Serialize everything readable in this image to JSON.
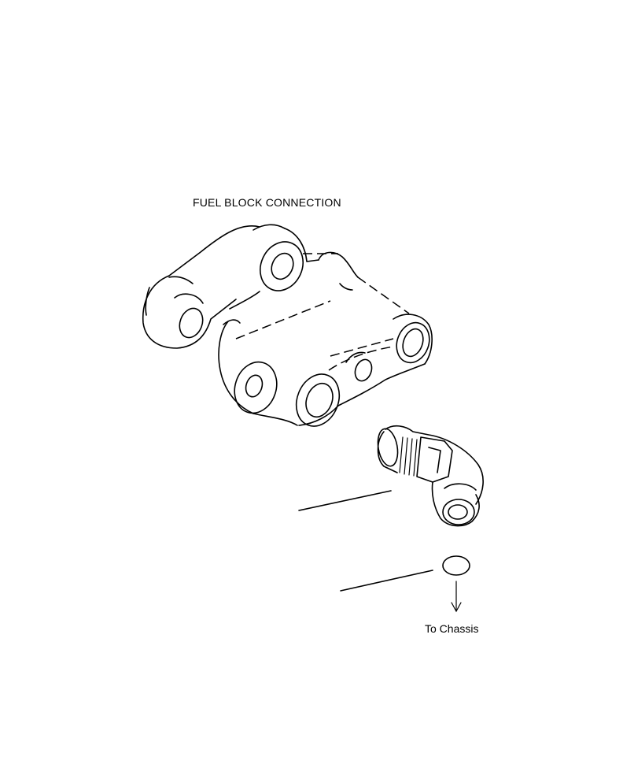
{
  "title": "FUEL BLOCK CONNECTION",
  "destination_label": "To Chassis",
  "parts": [
    {
      "name": "fuel-block",
      "icon": "fuel-block-drawing"
    },
    {
      "name": "elbow-fitting",
      "icon": "elbow-fitting-drawing"
    },
    {
      "name": "o-ring",
      "icon": "o-ring-drawing"
    }
  ],
  "colors": {
    "line": "#000000",
    "background": "#ffffff"
  }
}
